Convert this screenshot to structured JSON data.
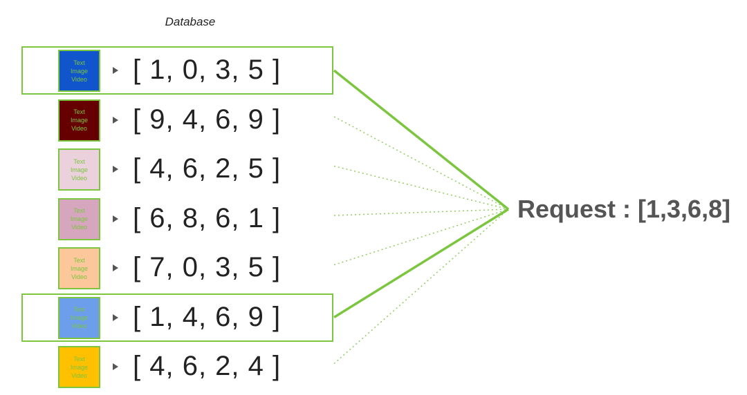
{
  "database": {
    "title": "Database",
    "thumb_lines": [
      "Text",
      "Image",
      "Video"
    ],
    "rows": [
      {
        "vector": "[ 1, 0, 3, 5 ]",
        "color": "#1155cc",
        "highlighted": true
      },
      {
        "vector": "[ 9, 4, 6, 9 ]",
        "color": "#660000",
        "highlighted": false
      },
      {
        "vector": "[ 4, 6, 2, 5 ]",
        "color": "#ead1dc",
        "highlighted": false
      },
      {
        "vector": "[ 6, 8, 6, 1 ]",
        "color": "#d5a6bd",
        "highlighted": false
      },
      {
        "vector": "[ 7, 0, 3, 5 ]",
        "color": "#fcc89b",
        "highlighted": false
      },
      {
        "vector": "[ 1, 4, 6, 9 ]",
        "color": "#6d9eeb",
        "highlighted": true
      },
      {
        "vector": "[ 4, 6, 2, 4 ]",
        "color": "#ffc000",
        "highlighted": false
      }
    ]
  },
  "request": {
    "label": "Request : [1,3,6,8]"
  },
  "colors": {
    "accent": "#7cc53f",
    "text": "#222222",
    "request_text": "#555555"
  }
}
